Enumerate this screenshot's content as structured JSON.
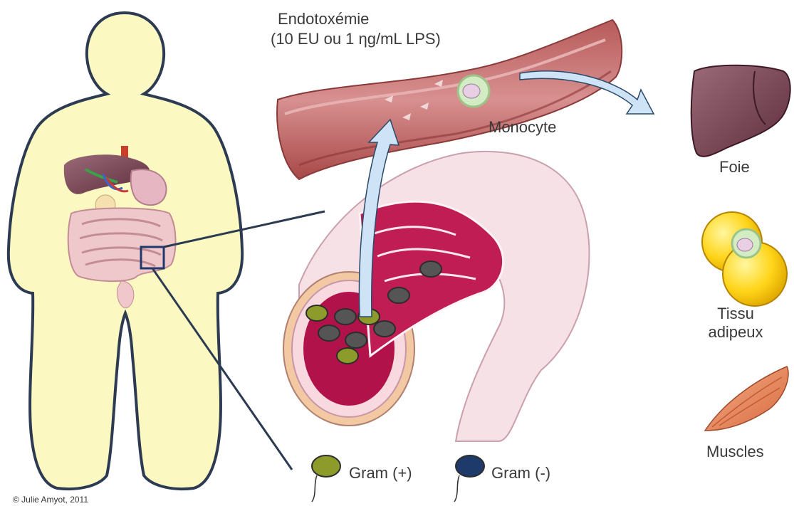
{
  "title": {
    "line1": "Endotoxémie",
    "line2_prefix": "(10 EU ou 1 ",
    "line2_symbol": "ηg/mL LPS)"
  },
  "labels": {
    "monocyte": "Monocyte",
    "foie": "Foie",
    "tissu_line1": "Tissu",
    "tissu_line2": "adipeux",
    "muscles": "Muscles",
    "gram_pos": "Gram (+)",
    "gram_neg": "Gram (-)"
  },
  "copyright": "© Julie Amyot, 2011",
  "colors": {
    "body_fill": "#fbf8c2",
    "body_outline": "#2d3b52",
    "vessel": "#c87a7a",
    "intestine_wall": "#f3dde2",
    "lumen": "#b1124a",
    "arrow": "#cfe3f6",
    "gram_pos": "#8d9b2a",
    "gram_neg": "#1d3a6a"
  }
}
